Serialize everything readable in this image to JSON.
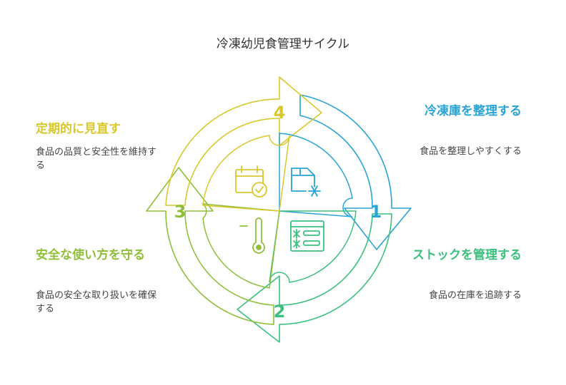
{
  "title": "冷凍幼児食管理サイクル",
  "colors": {
    "step1": "#2aa3d6",
    "step2": "#3cc07e",
    "step3": "#8fbf3a",
    "step4": "#d9c82c"
  },
  "steps": [
    {
      "number": "1",
      "title": "冷凍庫を整理する",
      "description": "食品を整理しやすくする",
      "icon": "fridge-snowflake-icon"
    },
    {
      "number": "2",
      "title": "ストックを管理する",
      "description": "食品の在庫を追跡する",
      "icon": "freezer-list-icon"
    },
    {
      "number": "3",
      "title": "安全な使い方を守る",
      "description": "食品の安全な取り扱いを確保する",
      "icon": "thermometer-icon"
    },
    {
      "number": "4",
      "title": "定期的に見直す",
      "description": "食品の品質と安全性を維持する",
      "icon": "calendar-check-icon"
    }
  ]
}
